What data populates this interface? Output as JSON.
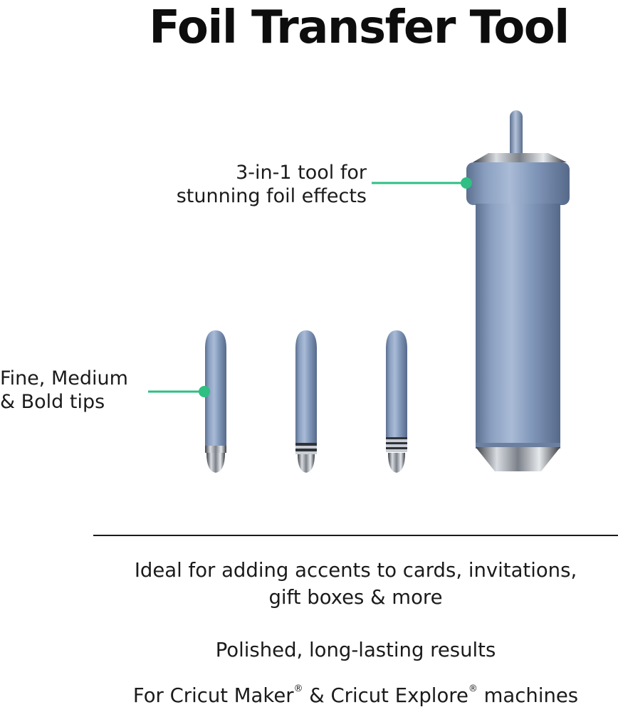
{
  "title": "Foil Transfer Tool",
  "callouts": {
    "housing": [
      "3-in-1 tool for",
      "stunning foil effects"
    ],
    "tips": [
      "Fine, Medium",
      "& Bold tips"
    ]
  },
  "features": {
    "line1a": "Ideal for adding accents to cards, invitations,",
    "line1b": "gift boxes & more",
    "line2": "Polished, long-lasting results",
    "line3_part1": "For Cricut Maker",
    "line3_part2": " & Cricut Explore",
    "line3_part3": " machines",
    "reg_mark": "®"
  },
  "colors": {
    "accent": "#2fbf83",
    "metal": "#8096b8"
  }
}
